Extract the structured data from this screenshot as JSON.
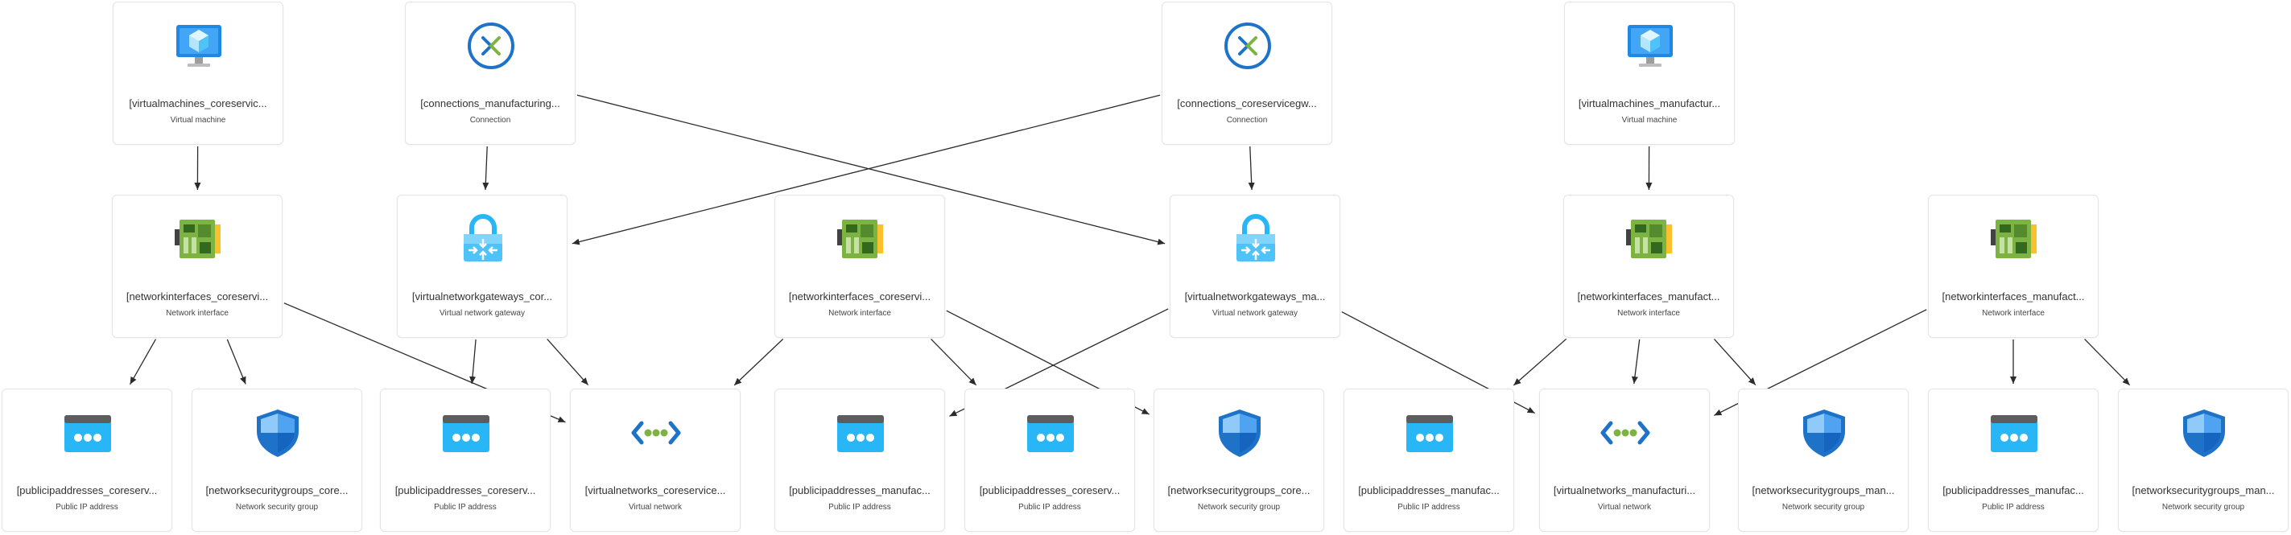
{
  "nodes": [
    {
      "id": "vm1",
      "title": "[virtualmachines_coreservic...",
      "type": "Virtual machine",
      "icon": "virtual-machine-icon"
    },
    {
      "id": "conn1",
      "title": "[connections_manufacturing...",
      "type": "Connection",
      "icon": "connection-icon"
    },
    {
      "id": "conn2",
      "title": "[connections_coreservicegw...",
      "type": "Connection",
      "icon": "connection-icon"
    },
    {
      "id": "vm2",
      "title": "[virtualmachines_manufactur...",
      "type": "Virtual machine",
      "icon": "virtual-machine-icon"
    },
    {
      "id": "nic1",
      "title": "[networkinterfaces_coreservi...",
      "type": "Network interface",
      "icon": "network-interface-icon"
    },
    {
      "id": "vng1",
      "title": "[virtualnetworkgateways_cor...",
      "type": "Virtual network gateway",
      "icon": "virtual-network-gateway-icon"
    },
    {
      "id": "nic2",
      "title": "[networkinterfaces_coreservi...",
      "type": "Network interface",
      "icon": "network-interface-icon"
    },
    {
      "id": "vng2",
      "title": "[virtualnetworkgateways_ma...",
      "type": "Virtual network gateway",
      "icon": "virtual-network-gateway-icon"
    },
    {
      "id": "nic3",
      "title": "[networkinterfaces_manufact...",
      "type": "Network interface",
      "icon": "network-interface-icon"
    },
    {
      "id": "nic4",
      "title": "[networkinterfaces_manufact...",
      "type": "Network interface",
      "icon": "network-interface-icon"
    },
    {
      "id": "pip1",
      "title": "[publicipaddresses_coreserv...",
      "type": "Public IP address",
      "icon": "public-ip-icon"
    },
    {
      "id": "nsg1",
      "title": "[networksecuritygroups_core...",
      "type": "Network security group",
      "icon": "network-security-group-icon"
    },
    {
      "id": "pip2",
      "title": "[publicipaddresses_coreserv...",
      "type": "Public IP address",
      "icon": "public-ip-icon"
    },
    {
      "id": "vnet1",
      "title": "[virtualnetworks_coreservice...",
      "type": "Virtual network",
      "icon": "virtual-network-icon"
    },
    {
      "id": "pip3",
      "title": "[publicipaddresses_manufac...",
      "type": "Public IP address",
      "icon": "public-ip-icon"
    },
    {
      "id": "pip4",
      "title": "[publicipaddresses_coreserv...",
      "type": "Public IP address",
      "icon": "public-ip-icon"
    },
    {
      "id": "nsg2",
      "title": "[networksecuritygroups_core...",
      "type": "Network security group",
      "icon": "network-security-group-icon"
    },
    {
      "id": "pip5",
      "title": "[publicipaddresses_manufac...",
      "type": "Public IP address",
      "icon": "public-ip-icon"
    },
    {
      "id": "vnet2",
      "title": "[virtualnetworks_manufacturi...",
      "type": "Virtual network",
      "icon": "virtual-network-icon"
    },
    {
      "id": "nsg3",
      "title": "[networksecuritygroups_man...",
      "type": "Network security group",
      "icon": "network-security-group-icon"
    },
    {
      "id": "pip6",
      "title": "[publicipaddresses_manufac...",
      "type": "Public IP address",
      "icon": "public-ip-icon"
    },
    {
      "id": "nsg4",
      "title": "[networksecuritygroups_man...",
      "type": "Network security group",
      "icon": "network-security-group-icon"
    }
  ],
  "edges": [
    [
      "vm1",
      "nic1"
    ],
    [
      "conn1",
      "vng1"
    ],
    [
      "conn1",
      "vng2"
    ],
    [
      "conn2",
      "vng1"
    ],
    [
      "conn2",
      "vng2"
    ],
    [
      "vm2",
      "nic3"
    ],
    [
      "nic1",
      "pip1"
    ],
    [
      "nic1",
      "nsg1"
    ],
    [
      "nic1",
      "vnet1"
    ],
    [
      "vng1",
      "pip2"
    ],
    [
      "vng1",
      "vnet1"
    ],
    [
      "nic2",
      "vnet1"
    ],
    [
      "nic2",
      "pip4"
    ],
    [
      "nic2",
      "nsg2"
    ],
    [
      "vng2",
      "pip3"
    ],
    [
      "vng2",
      "vnet2"
    ],
    [
      "nic3",
      "pip5"
    ],
    [
      "nic3",
      "vnet2"
    ],
    [
      "nic3",
      "nsg3"
    ],
    [
      "nic4",
      "vnet2"
    ],
    [
      "nic4",
      "pip6"
    ],
    [
      "nic4",
      "nsg4"
    ]
  ],
  "colors": {
    "edge": "#2b2b2b",
    "card_border": "#e4e4e4"
  }
}
